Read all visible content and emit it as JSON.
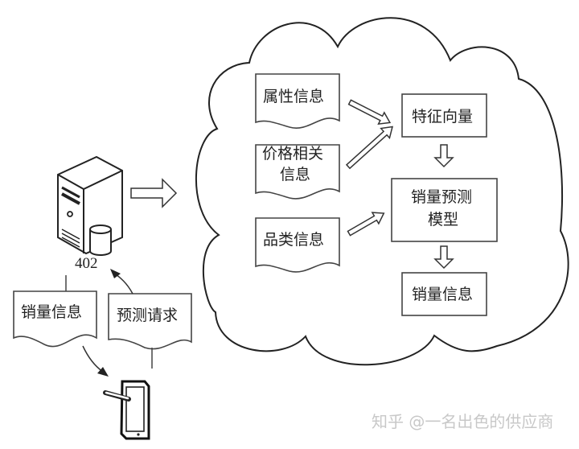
{
  "diagram": {
    "server": {
      "icon": "server-with-database-icon",
      "label": "402"
    },
    "client": {
      "icon": "tablet-with-stylus-icon"
    },
    "client_documents": {
      "sales_info": "销量信息",
      "prediction_request": "预测请求"
    },
    "cloud": {
      "inputs": [
        {
          "lines": [
            "属性信息"
          ]
        },
        {
          "lines": [
            "价格相关",
            "信息"
          ]
        },
        {
          "lines": [
            "品类信息"
          ]
        }
      ],
      "feature_vector": "特征向量",
      "model": {
        "lines": [
          "销量预测",
          "模型"
        ]
      },
      "output": "销量信息"
    },
    "watermark": "知乎 @一名出色的供应商"
  }
}
